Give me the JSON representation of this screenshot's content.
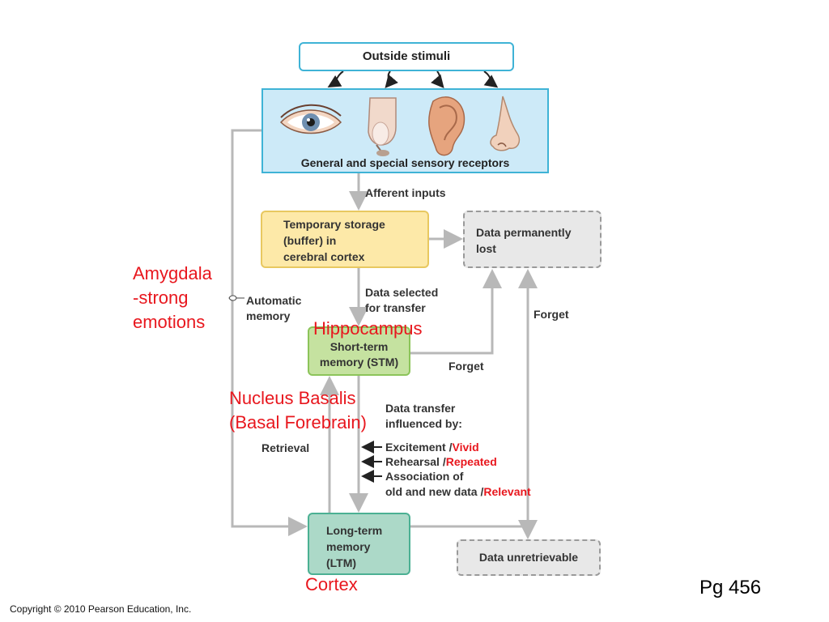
{
  "outside_stimuli": "Outside stimuli",
  "receptors_caption": "General and special sensory receptors",
  "receptor_icons": [
    "eye-icon",
    "fingertip-icon",
    "ear-icon",
    "nose-icon"
  ],
  "afferent_inputs": "Afferent inputs",
  "temporary_storage": [
    "Temporary storage",
    "(buffer) in",
    "cerebral cortex"
  ],
  "data_permanently_lost": [
    "Data permanently",
    "lost"
  ],
  "data_selected": [
    "Data selected",
    "for transfer"
  ],
  "automatic_memory": [
    "Automatic",
    "memory"
  ],
  "forget_1": "Forget",
  "forget_2": "Forget",
  "stm": [
    "Short-term",
    "memory (STM)"
  ],
  "data_transfer": [
    "Data transfer",
    "influenced by:"
  ],
  "influence_1": {
    "text": "Excitement /",
    "annotation": "Vivid"
  },
  "influence_2": {
    "text": "Rehearsal /",
    "annotation": "Repeated"
  },
  "influence_3": {
    "text": "Association of",
    "text2": "old and new data /",
    "annotation": "Relevant"
  },
  "retrieval": "Retrieval",
  "ltm": [
    "Long-term",
    "memory",
    "(LTM)"
  ],
  "data_unretrievable": "Data unretrievable",
  "annotations": {
    "amygdala": [
      "Amygdala",
      "-strong",
      "emotions"
    ],
    "hippocampus": "Hippocampus",
    "nucleus_basalis": [
      "Nucleus Basalis",
      "(Basal Forebrain)"
    ],
    "cortex": "Cortex"
  },
  "page_number": "Pg 456",
  "copyright": "Copyright © 2010 Pearson Education, Inc.",
  "colors": {
    "annotation_red": "#e8171e",
    "arrow_gray": "#b8b8b8",
    "border_blue": "#3fb3d6"
  }
}
